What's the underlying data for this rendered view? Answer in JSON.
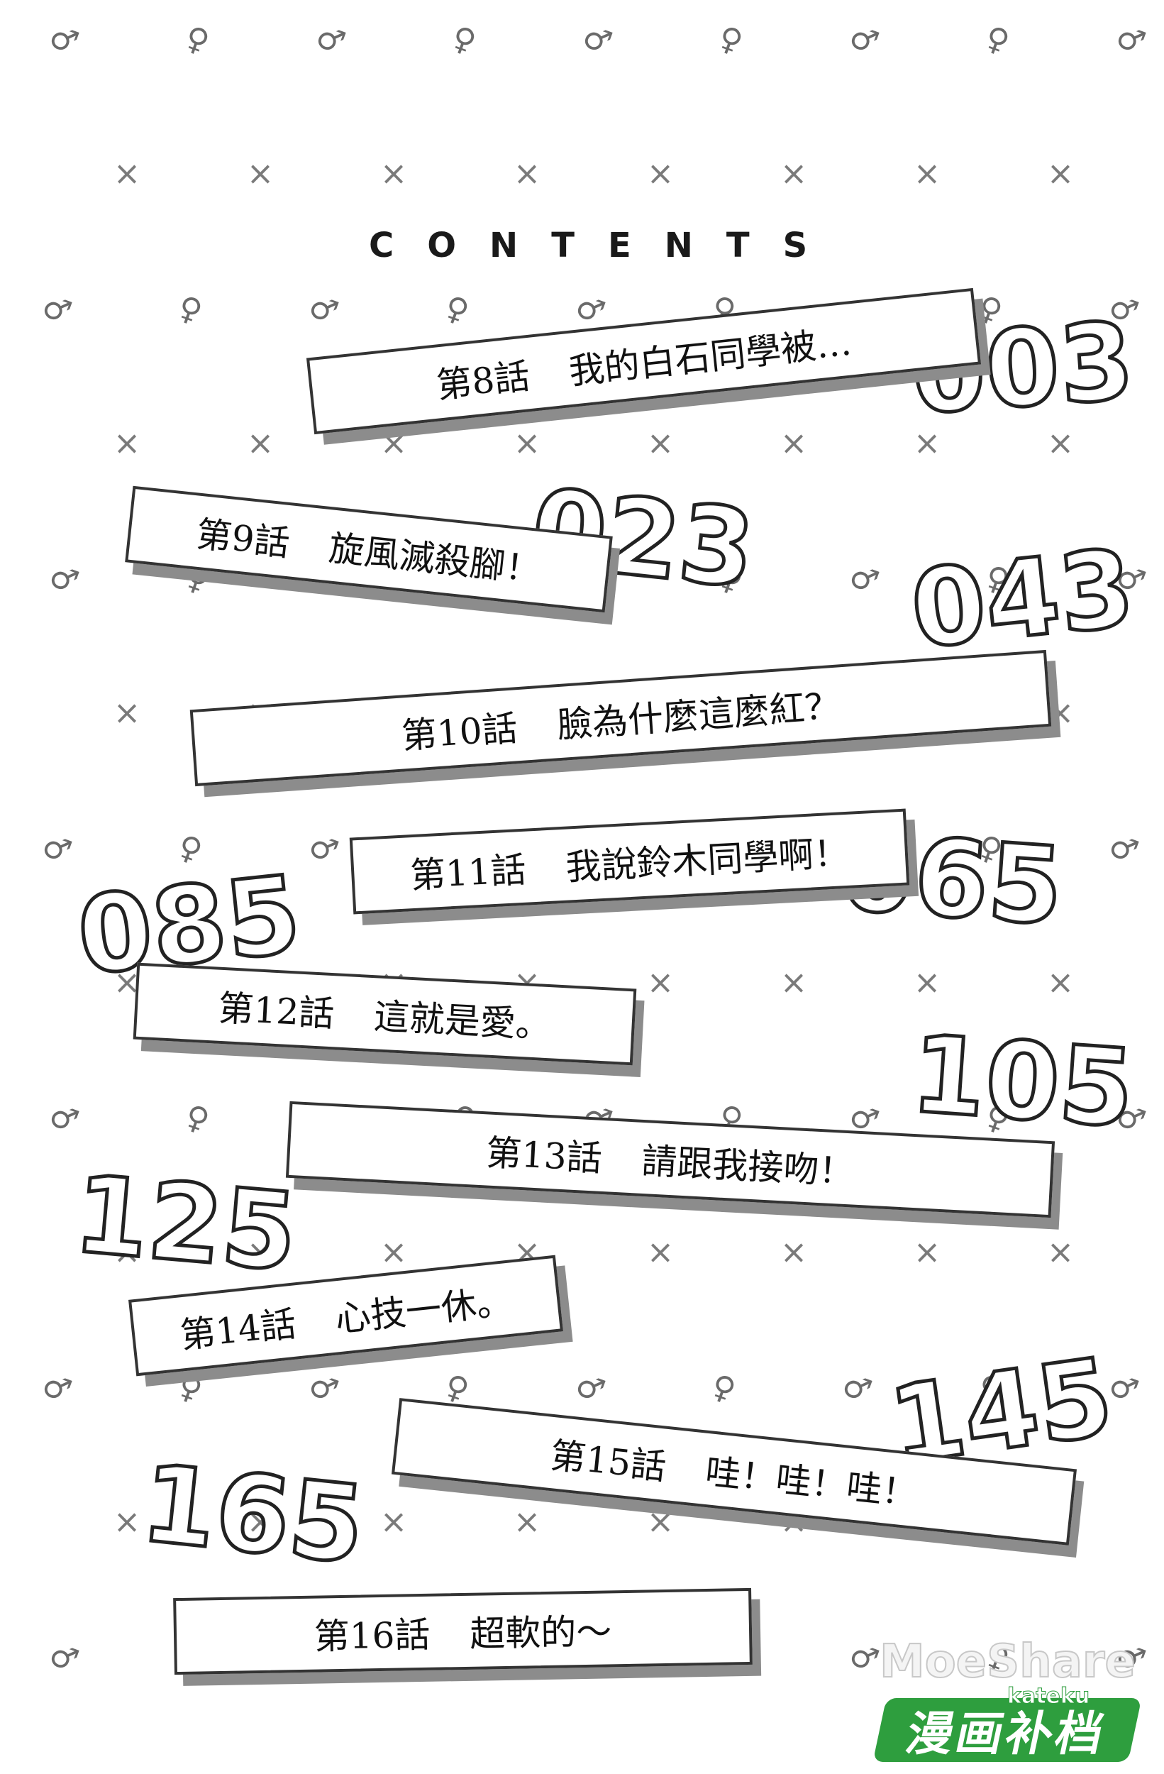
{
  "header": {
    "title": "CONTENTS"
  },
  "chapters": [
    {
      "label": "第8話",
      "title": "我的白石同學被…",
      "page": "003"
    },
    {
      "label": "第9話",
      "title": "旋風滅殺腳！",
      "page": "023"
    },
    {
      "label": "第10話",
      "title": "臉為什麼這麼紅？",
      "page": "043"
    },
    {
      "label": "第11話",
      "title": "我說鈴木同學啊！",
      "page": "065"
    },
    {
      "label": "第12話",
      "title": "這就是愛。",
      "page": "085"
    },
    {
      "label": "第13話",
      "title": "請跟我接吻！",
      "page": "105"
    },
    {
      "label": "第14話",
      "title": "心技一休。",
      "page": "125"
    },
    {
      "label": "第15話",
      "title": "哇！哇！哇！",
      "page": "145"
    },
    {
      "label": "第16話",
      "title": "超軟的～",
      "page": "165"
    }
  ],
  "watermark": {
    "brand": "MoeShare",
    "site": "漫画补档",
    "sub": "kateku",
    "color": "#2e9e3e"
  },
  "pattern": {
    "symbols": [
      "♂",
      "♀",
      "×"
    ]
  }
}
